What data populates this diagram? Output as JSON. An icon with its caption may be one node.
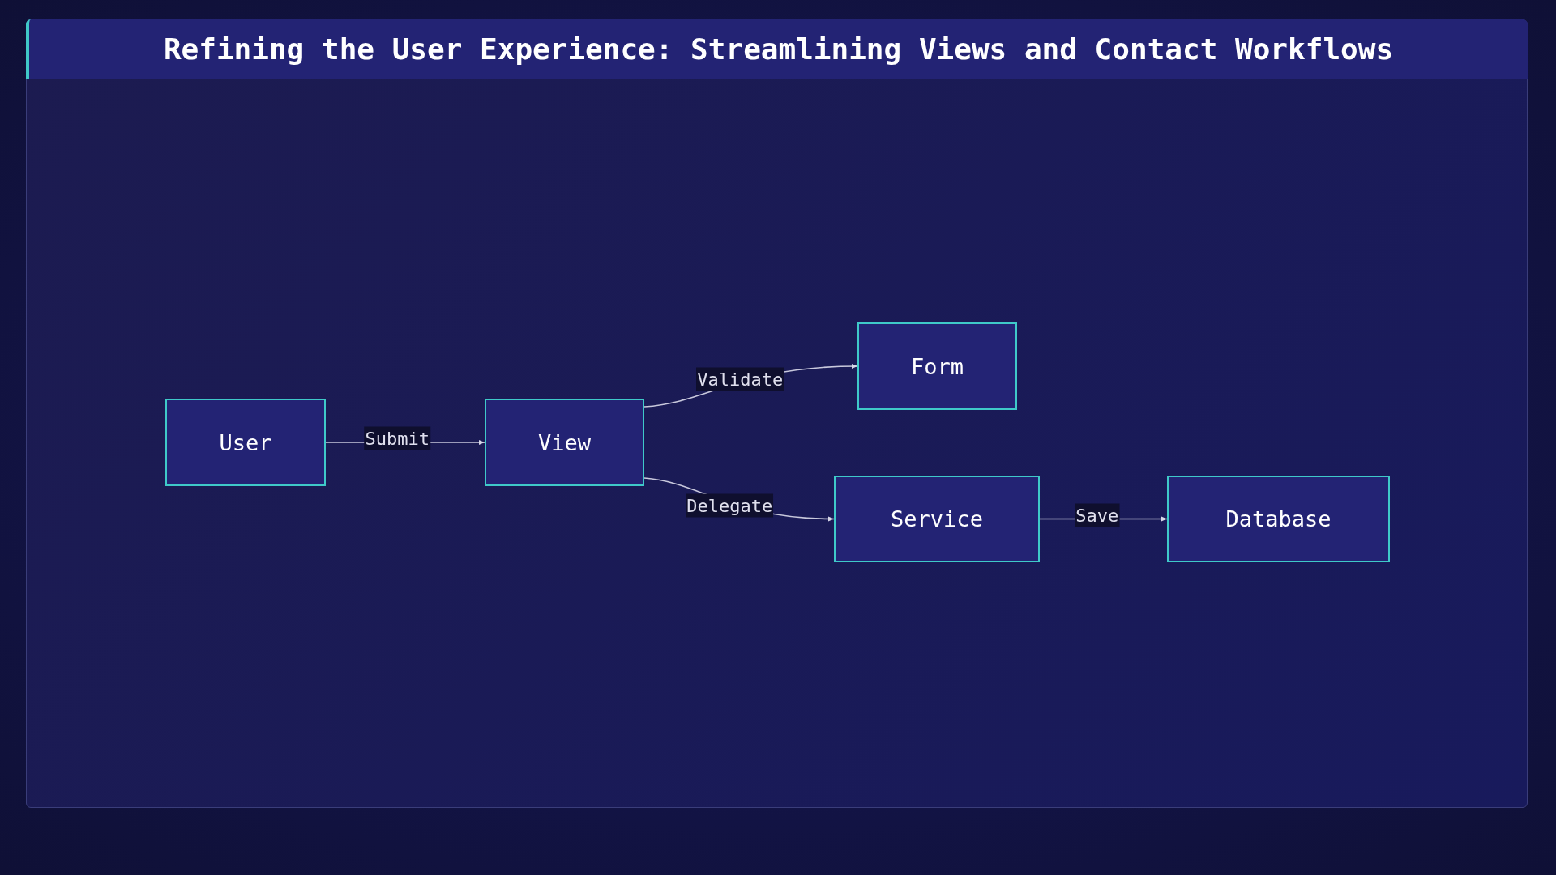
{
  "diagram": {
    "title": "Refining the User Experience: Streamlining Views and Contact Workflows",
    "nodes": [
      {
        "text": [
          "User"
        ]
      },
      {
        "text": [
          "View"
        ]
      },
      {
        "text": [
          "Form"
        ]
      },
      {
        "text": [
          "Service"
        ]
      },
      {
        "text": [
          "Database"
        ]
      }
    ],
    "edges": [
      {
        "from": 0,
        "to": 1,
        "arrow": "to",
        "label": "Submit"
      },
      {
        "from": 1,
        "to": 2,
        "arrow": "to",
        "label": "Validate"
      },
      {
        "from": 1,
        "to": 3,
        "arrow": "to",
        "label": "Delegate"
      },
      {
        "from": 3,
        "to": 4,
        "arrow": "to",
        "label": "Save"
      }
    ]
  }
}
